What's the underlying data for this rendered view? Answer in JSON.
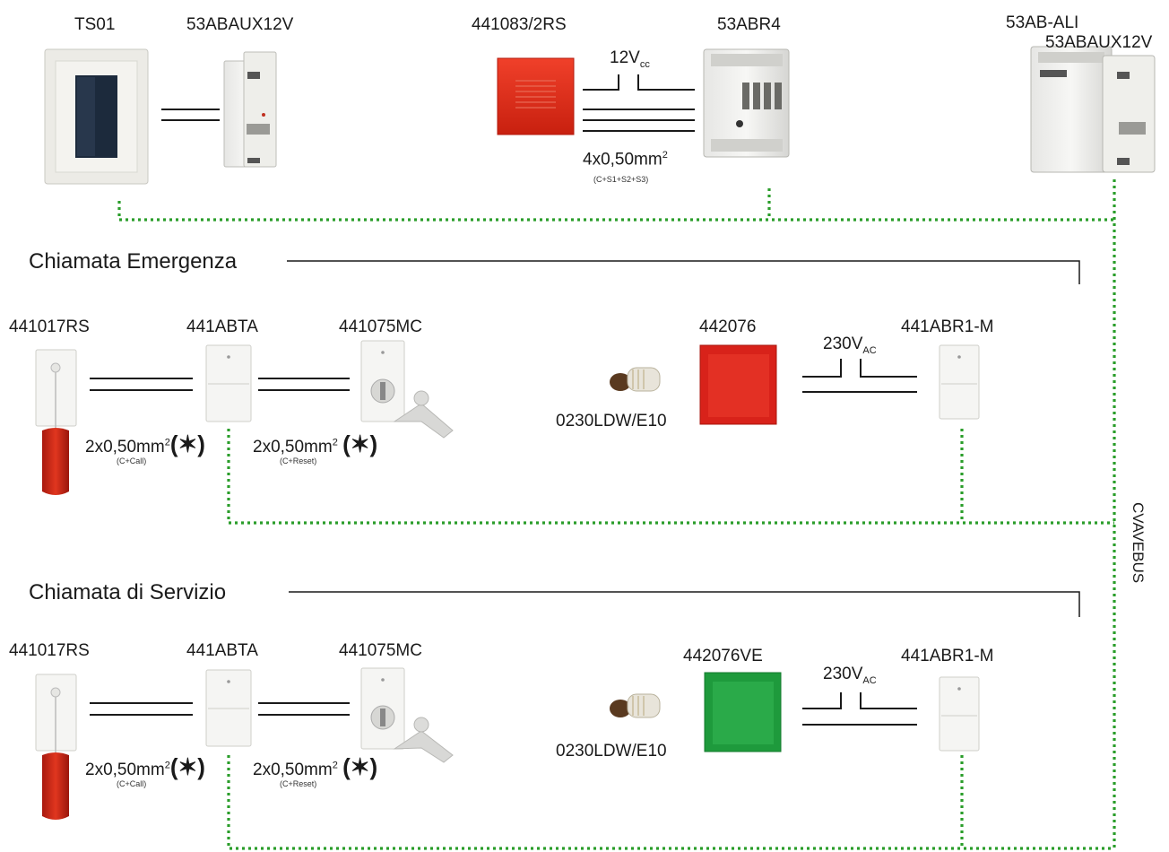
{
  "devices": {
    "ts01": "TS01",
    "aux_top": "53ABAUX12V",
    "siren": "441083/2RS",
    "abr4": "53ABR4",
    "ali": "53AB-ALI",
    "aux_right": "53ABAUX12V"
  },
  "top_wiring": {
    "voltage": "12V",
    "voltage_sub": "cc",
    "cable": "4x0,50mm",
    "cable_sup": "2",
    "cable_note": "(C+S1+S2+S3)"
  },
  "sections": [
    {
      "title": "Chiamata Emergenza",
      "pull_cord": "441017RS",
      "button": "441ABTA",
      "key_switch": "441075MC",
      "lamp": "442076",
      "relay": "441ABR1-M",
      "bulb": "0230LDW/E10",
      "voltage": "230V",
      "voltage_sub": "AC",
      "cable1": "2x0,50mm",
      "cable1_sup": "2",
      "cable1_note": "(C+Call)",
      "cable2": "2x0,50mm",
      "cable2_sup": "2",
      "cable2_note": "(C+Reset)",
      "star": "(✶)",
      "lamp_color": "#d8221a"
    },
    {
      "title": "Chiamata di Servizio",
      "pull_cord": "441017RS",
      "button": "441ABTA",
      "key_switch": "441075MC",
      "lamp": "442076VE",
      "relay": "441ABR1-M",
      "bulb": "0230LDW/E10",
      "voltage": "230V",
      "voltage_sub": "AC",
      "cable1": "2x0,50mm",
      "cable1_sup": "2",
      "cable1_note": "(C+Call)",
      "cable2": "2x0,50mm",
      "cable2_sup": "2",
      "cable2_note": "(C+Reset)",
      "star": "(✶)",
      "lamp_color": "#1e9a3c"
    }
  ],
  "bus_label": "CVAVEBUS",
  "colors": {
    "bus": "#2a9d2a",
    "line": "#1a1a1a"
  }
}
